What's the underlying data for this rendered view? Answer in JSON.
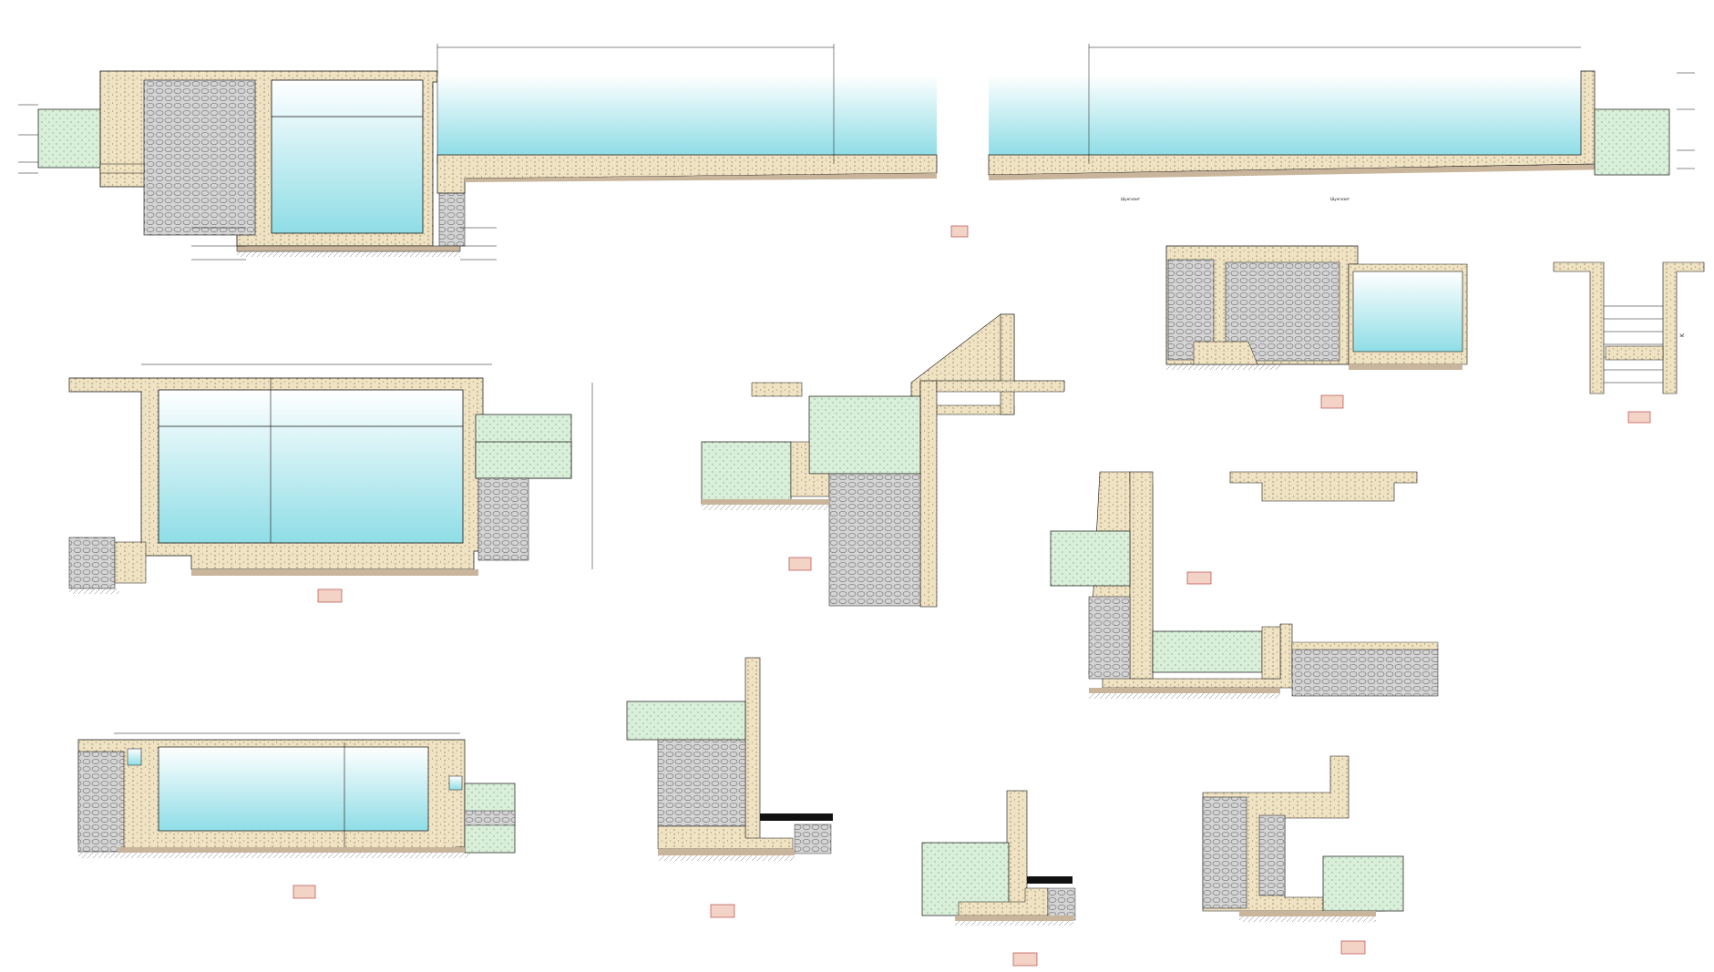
{
  "drawing": {
    "vertical_note": "K",
    "notes": [
      "Шунгизит",
      "Шунгизит"
    ]
  },
  "palette": {
    "water_top": "#ffffff",
    "water_bottom": "#8fdde6",
    "concrete": "#efe3c3",
    "soil_green": "#d9efd9",
    "blocks": "#d4d4d4",
    "screed": "#c9b59b",
    "tag_fill": "#f3d3c6",
    "tag_stroke": "#b03030",
    "line": "#111111"
  }
}
